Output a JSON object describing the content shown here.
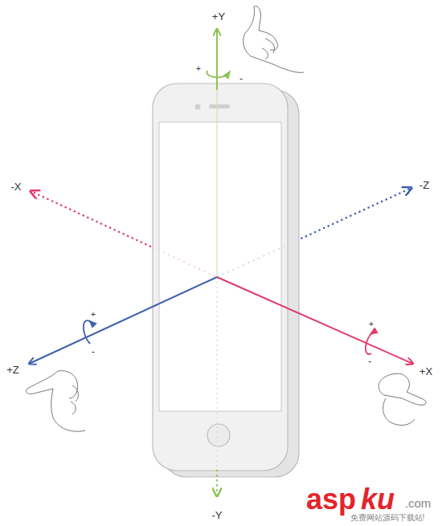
{
  "diagram": {
    "labels": [
      "+Y",
      "-X",
      "-Z",
      "+Z",
      "+X",
      "-Y",
      "+",
      "-",
      "+",
      "-",
      "+",
      "-",
      "asp",
      "ku",
      ".com",
      "免费网站源码下载站!"
    ]
  }
}
